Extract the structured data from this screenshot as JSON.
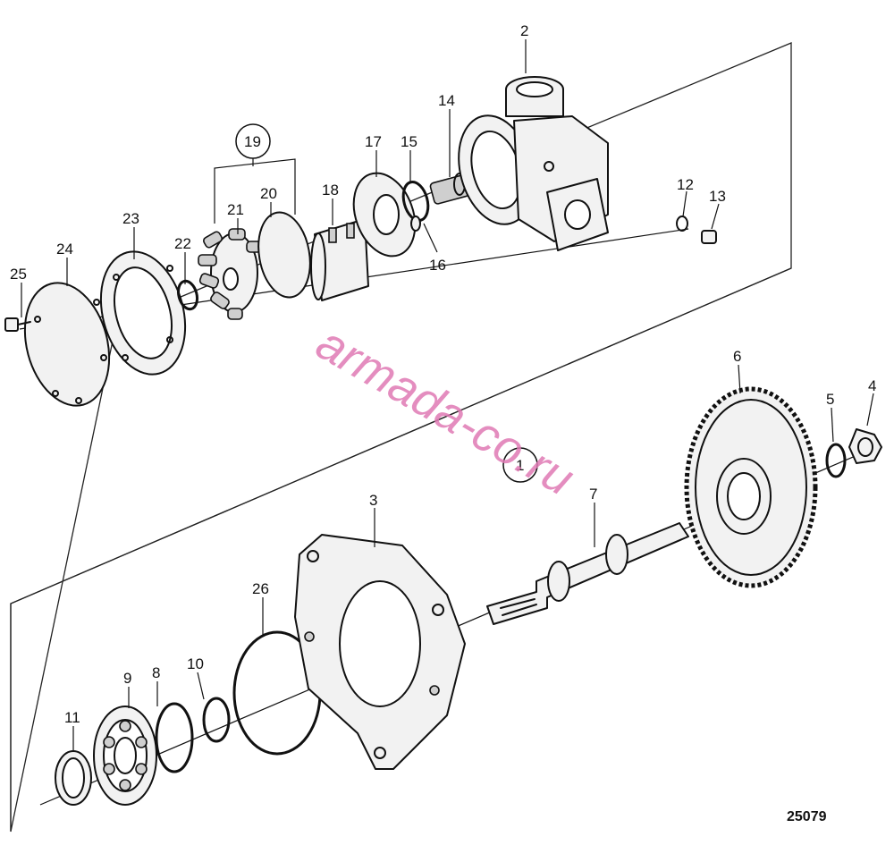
{
  "diagram": {
    "figure_number": "25079",
    "watermark": "armada-co.ru",
    "assembly_labels": [
      "19",
      "1"
    ],
    "part_labels": [
      "2",
      "3",
      "4",
      "5",
      "6",
      "7",
      "8",
      "9",
      "10",
      "11",
      "12",
      "13",
      "14",
      "15",
      "16",
      "17",
      "18",
      "20",
      "21",
      "22",
      "23",
      "24",
      "25",
      "26"
    ]
  },
  "colors": {
    "line": "#111111",
    "watermark": "#e07ab4",
    "background": "#ffffff"
  }
}
